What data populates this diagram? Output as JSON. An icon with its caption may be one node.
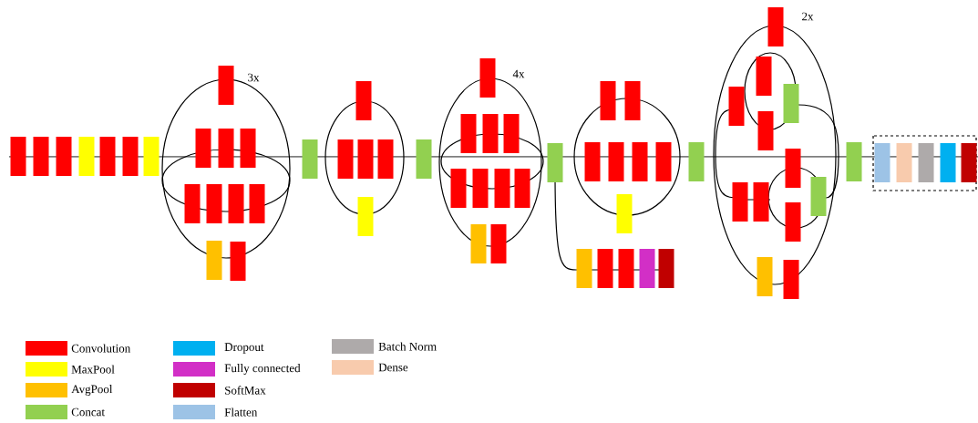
{
  "diagram": {
    "labels": [
      "3x",
      "4x",
      "2x"
    ],
    "legend": [
      {
        "text": "Convolution",
        "color": "#ff0000"
      },
      {
        "text": "MaxPool",
        "color": "#ffff00"
      },
      {
        "text": "AvgPool",
        "color": "#ffc000"
      },
      {
        "text": "Concat",
        "color": "#92d050"
      },
      {
        "text": "Dropout",
        "color": "#00b0f0"
      },
      {
        "text": "Fully connected",
        "color": "#d22fc6"
      },
      {
        "text": "SoftMax",
        "color": "#c00000"
      },
      {
        "text": "Flatten",
        "color": "#9dc3e6"
      },
      {
        "text": "Batch Norm",
        "color": "#aeaaaa"
      },
      {
        "text": "Dense",
        "color": "#f8cbad"
      }
    ]
  }
}
